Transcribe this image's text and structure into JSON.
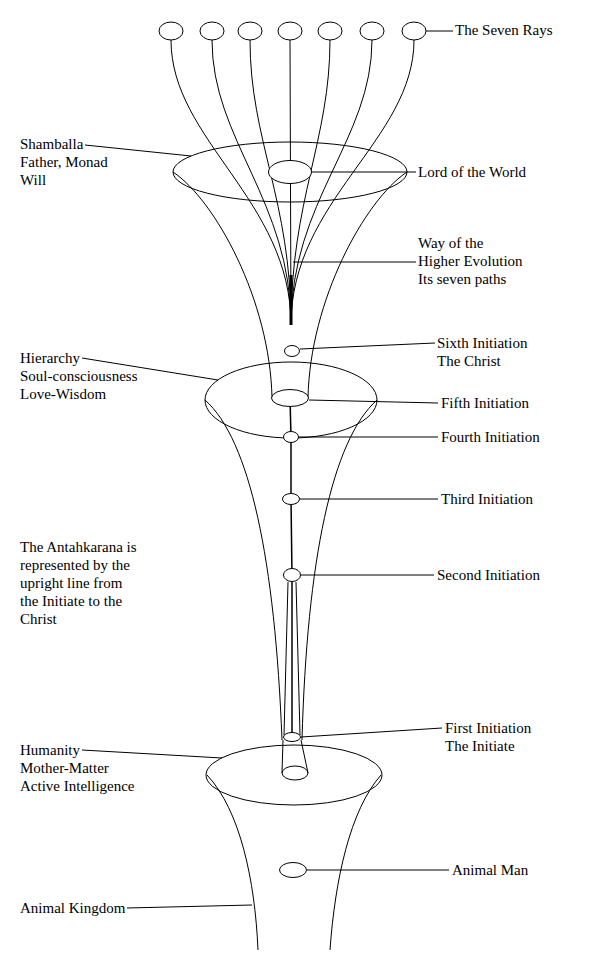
{
  "diagram": {
    "nodes": [
      {
        "text": [
          "Lord of the World"
        ]
      },
      {
        "text": [
          "Sixth Initiation The Christ"
        ]
      },
      {
        "text": [
          "Fifth Initiation"
        ]
      },
      {
        "text": [
          "Fourth Initiation"
        ]
      },
      {
        "text": [
          "Third Initiation"
        ]
      },
      {
        "text": [
          "Second Initiation"
        ]
      },
      {
        "text": [
          "First Initiation The Initiate"
        ]
      },
      {
        "text": [
          "Animal Man"
        ]
      }
    ],
    "edges": [
      {
        "from": 2,
        "to": 3,
        "arrow": "none"
      },
      {
        "from": 3,
        "to": 4,
        "arrow": "none"
      },
      {
        "from": 4,
        "to": 5,
        "arrow": "none"
      },
      {
        "from": 5,
        "to": 6,
        "arrow": "none"
      }
    ],
    "labels": [
      "The Seven Rays",
      "Shamballa",
      "Father, Monad",
      "Will",
      "Way of the Higher Evolution Its seven paths",
      "Hierarchy",
      "Soul-consciousness",
      "Love-Wisdom",
      "The Antahkarana is represented by the upright line from the Initiate to the Christ",
      "Humanity",
      "Mother-Matter",
      "Active Intelligence",
      "Animal Kingdom"
    ]
  }
}
